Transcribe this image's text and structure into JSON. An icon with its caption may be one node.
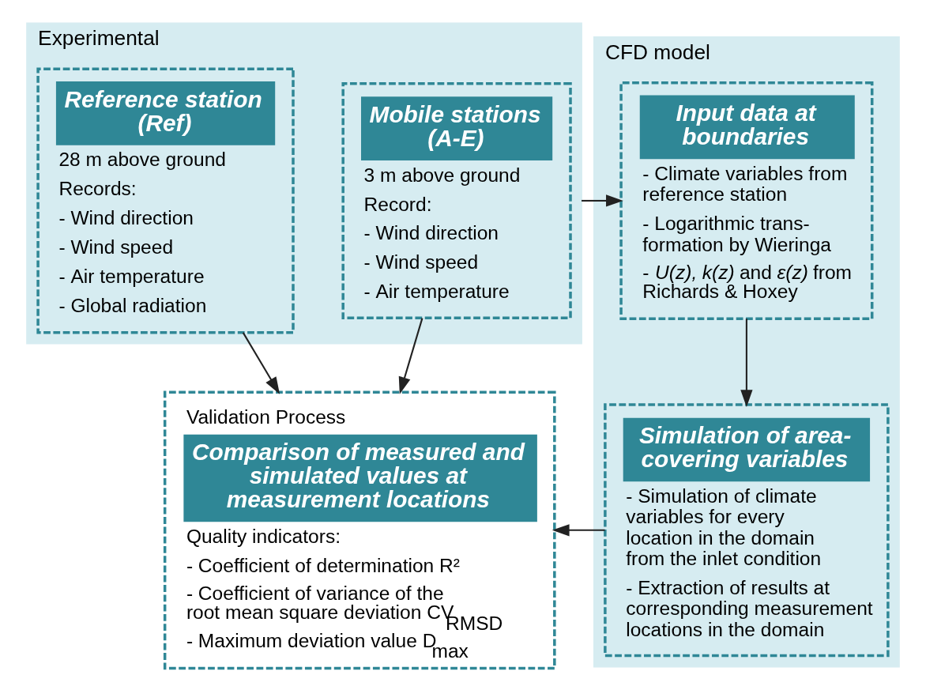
{
  "diagram": {
    "nodes": [
      {
        "text": [
          "Experimental"
        ]
      },
      {
        "text": [
          "Mobile stations (A-E)",
          "3 m above ground",
          "Record:",
          "- Wind direction",
          "- Wind speed",
          "- Air temperature"
        ],
        "in": 0
      },
      {
        "text": [
          "Reference station (Ref)",
          "28 m above ground",
          "Records:",
          "- Wind direction",
          "- Wind speed",
          "- Air temperature",
          "- Global radiation"
        ],
        "in": 0
      },
      {
        "text": [
          "CFD model"
        ]
      },
      {
        "text": [
          "Input data at boundaries",
          "- Climate variables from reference station",
          "- Logarithmic trans- formation by Wieringa",
          "- *U(z),* *k(z)* and *ε(z)* from Richards & Hoxey"
        ],
        "in": 3
      },
      {
        "text": [
          "Simulation of area- covering variables",
          "- Simulation of climate variables for every location in the domain from the inlet condition",
          "- Extraction of results at corresponding measurement locations in the domain"
        ],
        "in": 3
      },
      {
        "text": [
          "Validation Process",
          "Comparison of measured and simulated values at measurement locations",
          "Quality indicators:",
          "- Coefficient of determination R²",
          "- Coefficient of variance of the root mean square deviation CV$_{RMSD}$",
          "- Maximum deviation value D$_{max}$"
        ]
      }
    ],
    "edges": [
      {
        "from": 1,
        "to": 6,
        "arrow": "to"
      },
      {
        "from": 2,
        "to": 6,
        "arrow": "to"
      },
      {
        "from": 0,
        "to": 4,
        "arrow": "to"
      },
      {
        "from": 4,
        "to": 5,
        "arrow": "to"
      },
      {
        "from": 5,
        "to": 6,
        "arrow": "to"
      }
    ]
  }
}
